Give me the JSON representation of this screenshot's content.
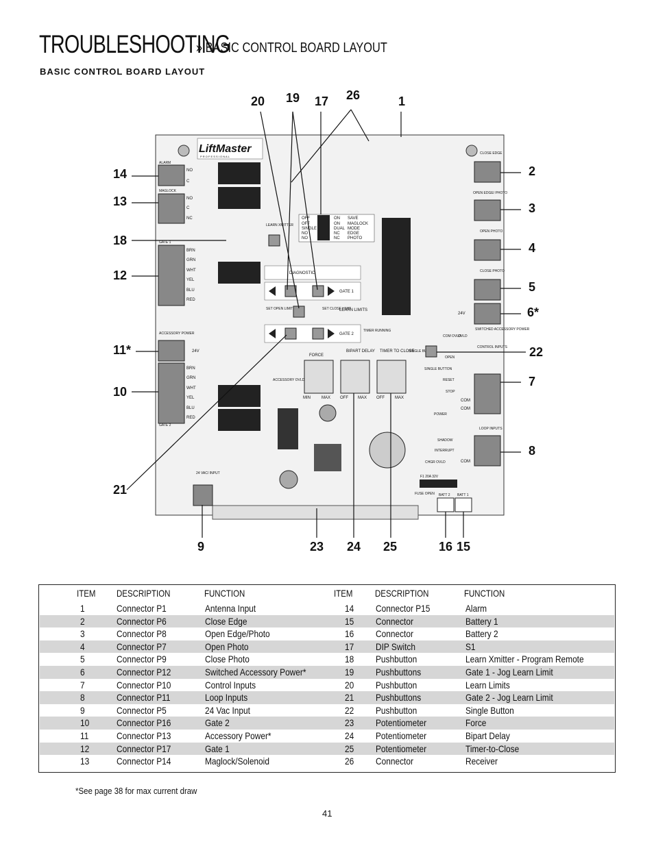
{
  "header": {
    "title": "TROUBLESHOOTING",
    "subtitle": "» BASIC CONTROL BOARD LAYOUT",
    "section_heading": "BASIC CONTROL BOARD LAYOUT"
  },
  "board": {
    "brand": "LiftMaster",
    "brand_sub": "P R O F E S S I O N A L",
    "labels": {
      "alarm": "ALARM",
      "maglock": "MAGLOCK",
      "gate1": "GATE 1",
      "gate2": "GATE 2",
      "accessory_power": "ACCESSORY POWER",
      "v24": "24V",
      "no": "NO",
      "c": "C",
      "nc": "NC",
      "wires": [
        "BRN",
        "GRN",
        "WHT",
        "YEL",
        "BLU",
        "RED"
      ],
      "close_edge": "CLOSE EDGE",
      "open_edge_photo": "OPEN EDGE/ PHOTO",
      "open_photo": "OPEN PHOTO",
      "close_photo": "CLOSE PHOTO",
      "switched_accessory_power": "SWITCHED ACCESSORY POWER",
      "control_inputs": "CONTROL INPUTS",
      "loop_inputs": "LOOP INPUTS",
      "control_list": [
        "OPEN",
        "SINGLE BUTTON",
        "RESET",
        "STOP",
        "COM",
        "COM"
      ],
      "loop_list": [
        "SHADOW",
        "INTERRUPT",
        "COM"
      ],
      "diagnostic": "DIAGNOSTIC",
      "gate1_btn": "GATE 1",
      "gate2_btn": "GATE 2",
      "learn_limits": "LEARN LIMITS",
      "set_open_limit": "SET OPEN LIMIT",
      "set_close_limit": "SET CLOSE LIMIT",
      "learn_xmitter": "LEARN XMITTER",
      "timer_running": "TIMER RUNNING",
      "single_button": "SINGLE BUTTON",
      "force": "FORCE",
      "bipart_delay": "BIPART DELAY",
      "timer_to_close": "TIMER TO CLOSE",
      "min": "MIN",
      "max": "MAX",
      "off": "OFF",
      "accessory_ovld": "ACCESSORY OVLD",
      "com_ovld": "COM OVLD",
      "ovld": "OVLD",
      "power": "POWER",
      "chgr_ovld": "CHGR OVLD",
      "fuse_open": "FUSE OPEN",
      "f1_rating": "F1 20A 32V",
      "batt2": "BATT 2",
      "batt1": "BATT 1",
      "vac_input": "24 VAC/ INPUT",
      "dip_left": [
        "OFF",
        "OFF",
        "SINGLE",
        "NO",
        "NO"
      ],
      "dip_on": [
        "ON",
        "ON",
        "DUAL",
        "NC",
        "NC"
      ],
      "dip_right": [
        "SAVE",
        "MAGLOCK",
        "MODE",
        "EDGE",
        "PHOTO"
      ]
    }
  },
  "callouts": [
    {
      "id": "c20",
      "text": "20"
    },
    {
      "id": "c19",
      "text": "19"
    },
    {
      "id": "c17",
      "text": "17"
    },
    {
      "id": "c26",
      "text": "26"
    },
    {
      "id": "c1",
      "text": "1"
    },
    {
      "id": "c14",
      "text": "14"
    },
    {
      "id": "c13",
      "text": "13"
    },
    {
      "id": "c18",
      "text": "18"
    },
    {
      "id": "c12",
      "text": "12"
    },
    {
      "id": "c11",
      "text": "11*"
    },
    {
      "id": "c10",
      "text": "10"
    },
    {
      "id": "c21",
      "text": "21"
    },
    {
      "id": "c2",
      "text": "2"
    },
    {
      "id": "c3",
      "text": "3"
    },
    {
      "id": "c4",
      "text": "4"
    },
    {
      "id": "c5",
      "text": "5"
    },
    {
      "id": "c6",
      "text": "6*"
    },
    {
      "id": "c22",
      "text": "22"
    },
    {
      "id": "c7",
      "text": "7"
    },
    {
      "id": "c8",
      "text": "8"
    },
    {
      "id": "c9",
      "text": "9"
    },
    {
      "id": "c23",
      "text": "23"
    },
    {
      "id": "c24",
      "text": "24"
    },
    {
      "id": "c25",
      "text": "25"
    },
    {
      "id": "c16",
      "text": "16"
    },
    {
      "id": "c15",
      "text": "15"
    }
  ],
  "table": {
    "headers": [
      "ITEM",
      "DESCRIPTION",
      "FUNCTION",
      "ITEM",
      "DESCRIPTION",
      "FUNCTION"
    ],
    "rows": [
      [
        "1",
        "Connector P1",
        "Antenna Input",
        "14",
        "Connector P15",
        "Alarm"
      ],
      [
        "2",
        "Connector P6",
        "Close Edge",
        "15",
        "Connector",
        "Battery 1"
      ],
      [
        "3",
        "Connector P8",
        "Open Edge/Photo",
        "16",
        "Connector",
        "Battery 2"
      ],
      [
        "4",
        "Connector P7",
        "Open Photo",
        "17",
        "DIP Switch",
        "S1"
      ],
      [
        "5",
        "Connector P9",
        "Close Photo",
        "18",
        "Pushbutton",
        "Learn Xmitter - Program Remote"
      ],
      [
        "6",
        "Connector P12",
        "Switched Accessory Power*",
        "19",
        "Pushbuttons",
        "Gate 1 - Jog Learn Limit"
      ],
      [
        "7",
        "Connector P10",
        "Control Inputs",
        "20",
        "Pushbutton",
        "Learn Limits"
      ],
      [
        "8",
        "Connector P11",
        "Loop Inputs",
        "21",
        "Pushbuttons",
        "Gate 2 - Jog Learn Limit"
      ],
      [
        "9",
        "Connector P5",
        "24 Vac Input",
        "22",
        "Pushbutton",
        "Single Button"
      ],
      [
        "10",
        "Connector P16",
        "Gate 2",
        "23",
        "Potentiometer",
        "Force"
      ],
      [
        "11",
        "Connector P13",
        "Accessory Power*",
        "24",
        "Potentiometer",
        "Bipart Delay"
      ],
      [
        "12",
        "Connector P17",
        "Gate 1",
        "25",
        "Potentiometer",
        "Timer-to-Close"
      ],
      [
        "13",
        "Connector P14",
        "Maglock/Solenoid",
        "26",
        "Connector",
        "Receiver"
      ]
    ]
  },
  "footnote": "*See page 38 for max current draw",
  "page_number": "41"
}
